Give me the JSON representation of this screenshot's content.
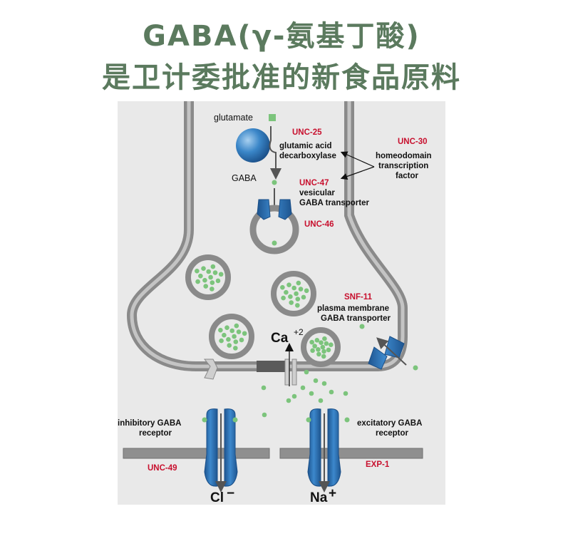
{
  "title": {
    "line1": "GABA(γ-氨基丁酸)",
    "line2": "是卫计委批准的新食品原料"
  },
  "diagram": {
    "labels": {
      "glutamate": "glutamate",
      "unc25": "UNC-25",
      "gad_line1": "glutamic acid",
      "gad_line2": "decarboxylase",
      "unc30": "UNC-30",
      "homeo_line1": "homeodomain",
      "homeo_line2": "transcription",
      "homeo_line3": "factor",
      "gaba": "GABA",
      "unc47": "UNC-47",
      "vgat_line1": "vesicular",
      "vgat_line2": "GABA transporter",
      "unc46": "UNC-46",
      "snf11": "SNF-11",
      "pm_line1": "plasma membrane",
      "pm_line2": "GABA transporter",
      "ca": "Ca",
      "ca_charge": "+2",
      "inhib_line1": "inhibitory GABA",
      "inhib_line2": "receptor",
      "excit_line1": "excitatory GABA",
      "excit_line2": "receptor",
      "unc49": "UNC-49",
      "exp1": "EXP-1",
      "cl_ion": "Cl",
      "cl_charge": "−",
      "na_ion": "Na",
      "na_charge": "+"
    },
    "colors": {
      "title": "#5b7a5e",
      "background": "#e9e9e9",
      "membrane": "#909090",
      "protein": "#2e6fb0",
      "gaba_dot": "#7cc47c",
      "gene_label": "#c8102e"
    }
  }
}
